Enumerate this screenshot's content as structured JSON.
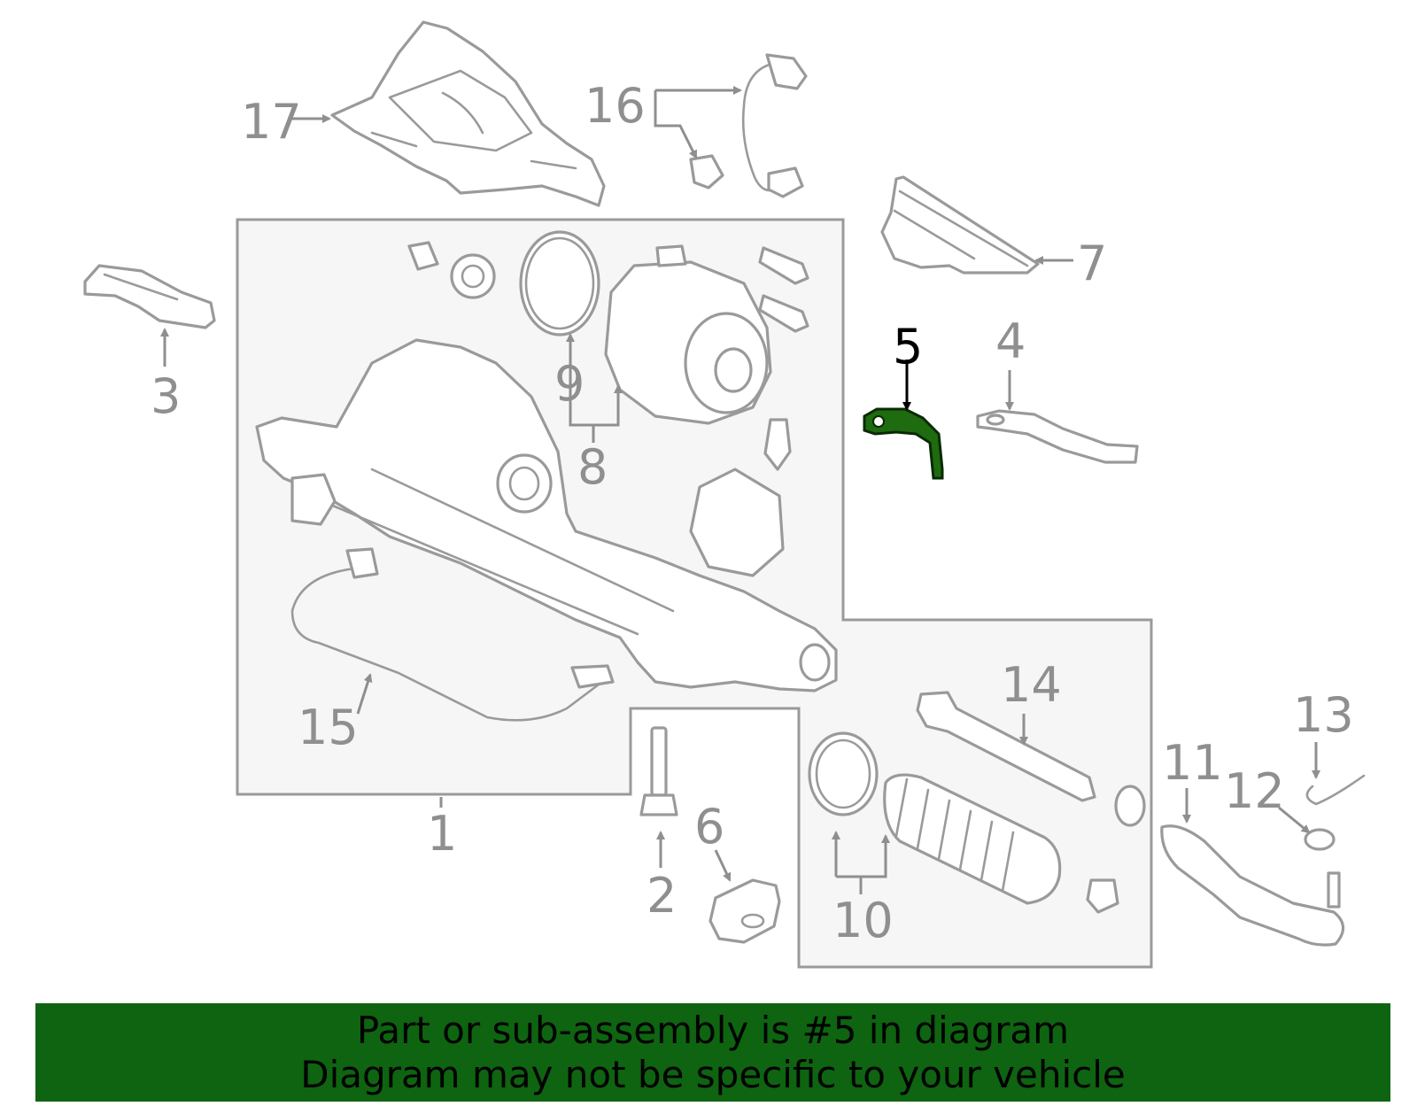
{
  "diagram": {
    "highlight_color": "#0e6410",
    "group_box_fill": "#f6f6f6",
    "group_box_stroke": "#9a9a9a",
    "callouts": {
      "c1": "1",
      "c2": "2",
      "c3": "3",
      "c4": "4",
      "c5": "5",
      "c6": "6",
      "c7": "7",
      "c8": "8",
      "c9": "9",
      "c10": "10",
      "c11": "11",
      "c12": "12",
      "c13": "13",
      "c14": "14",
      "c15": "15",
      "c16": "16",
      "c17": "17"
    }
  },
  "banner": {
    "line1": "Part or sub-assembly is #5 in diagram",
    "line2": "Diagram may not be specific to your vehicle",
    "background": "#0e6410"
  }
}
